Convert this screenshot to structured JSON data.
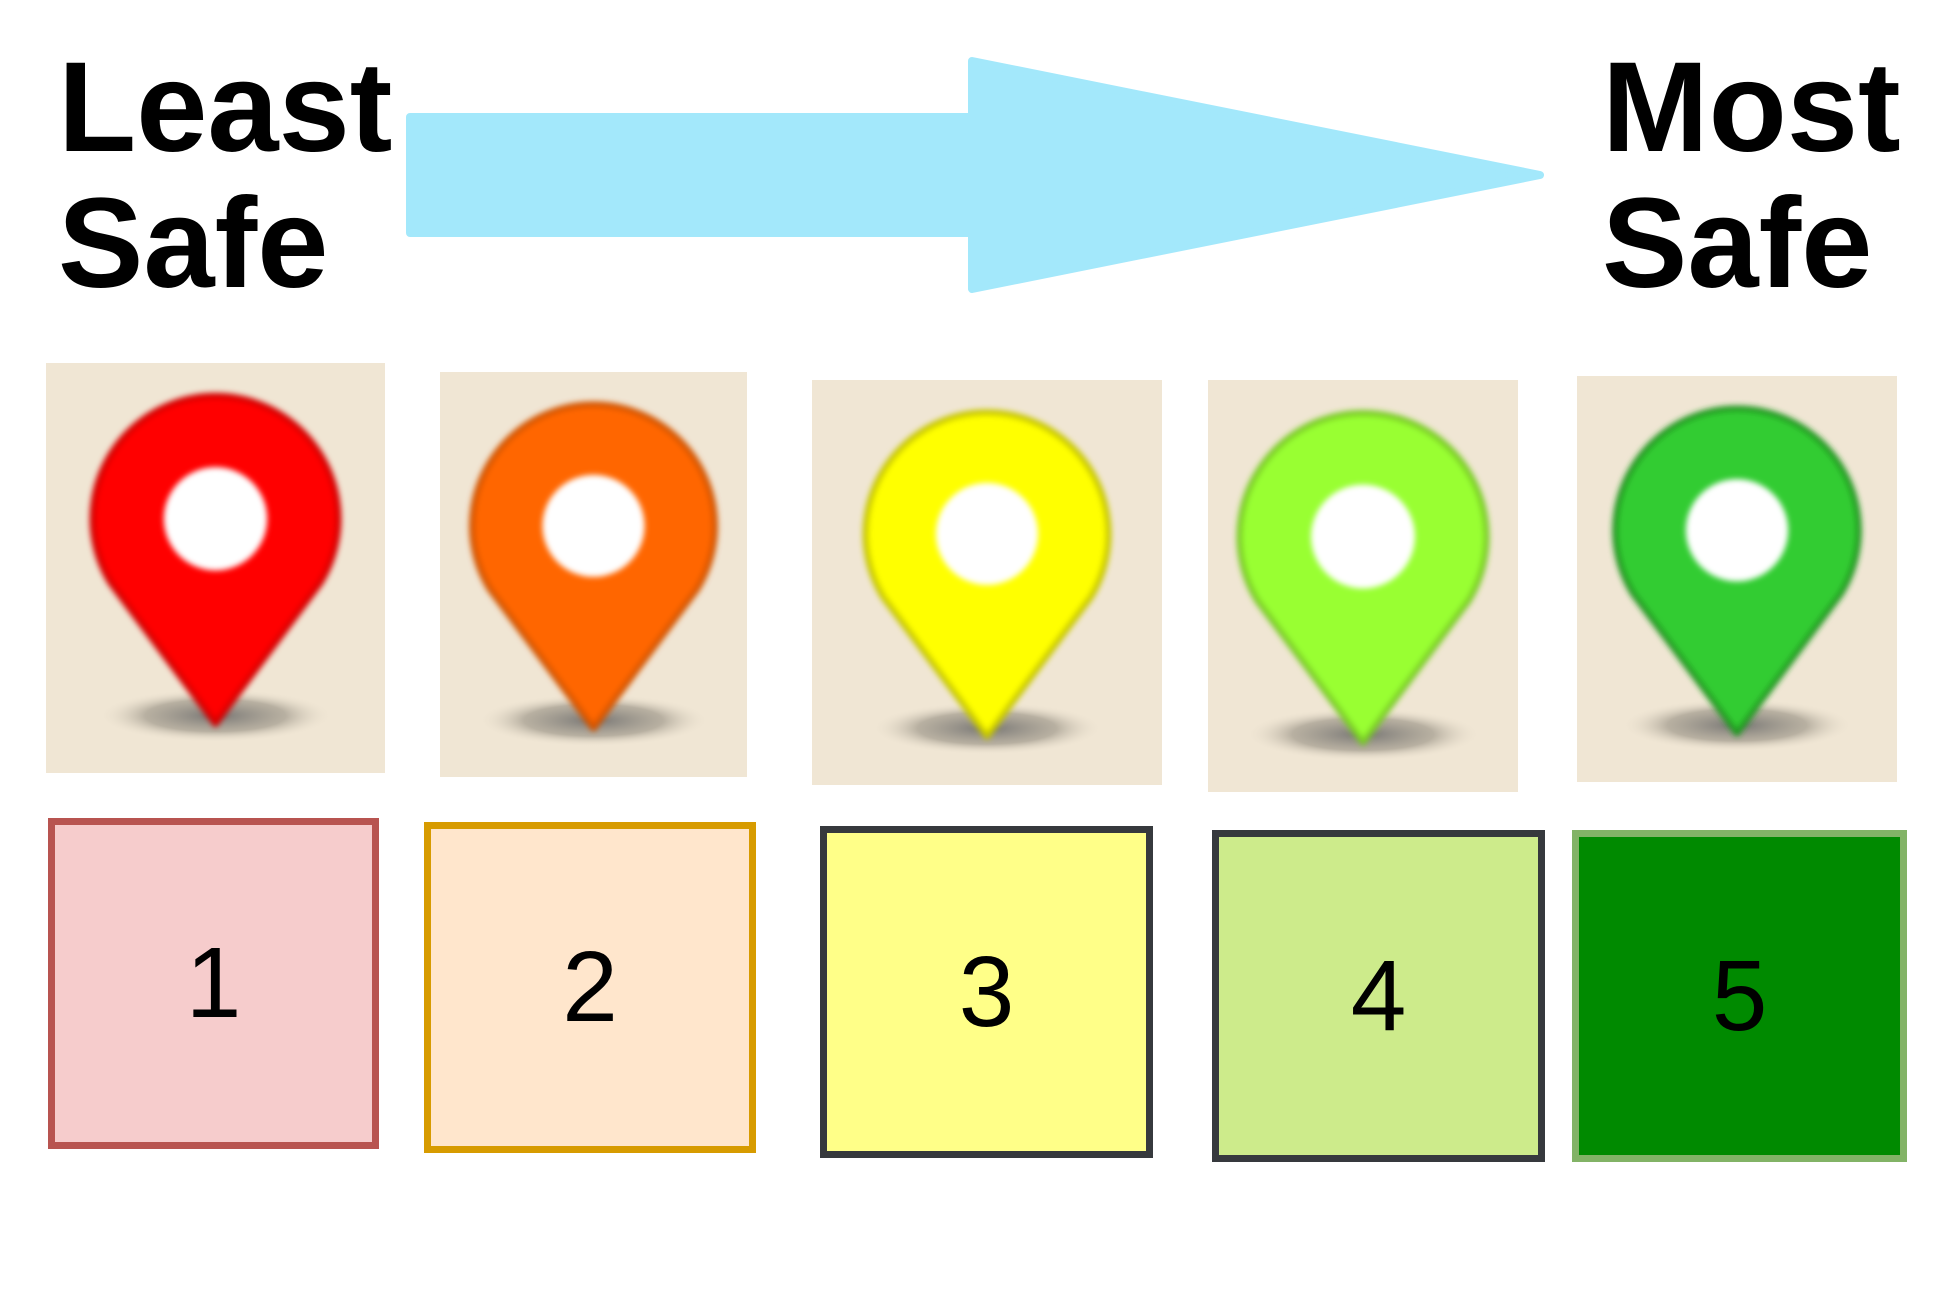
{
  "scale": {
    "start_label": [
      "Least",
      "Safe"
    ],
    "end_label": [
      "Most",
      "Safe"
    ],
    "arrow_color": "#a3e8fb"
  },
  "levels": [
    {
      "value": "1",
      "pin_color": "#ff0000",
      "pin_edge": "#d40000",
      "box_fill": "#f6cccc",
      "box_border": "#b85450"
    },
    {
      "value": "2",
      "pin_color": "#ff6600",
      "pin_edge": "#d45500",
      "box_fill": "#ffe6cc",
      "box_border": "#d79b00"
    },
    {
      "value": "3",
      "pin_color": "#ffff00",
      "pin_edge": "#c8c800",
      "box_fill": "#ffff88",
      "box_border": "#36393d"
    },
    {
      "value": "4",
      "pin_color": "#99ff33",
      "pin_edge": "#7acc28",
      "box_fill": "#cdeb8b",
      "box_border": "#36393d"
    },
    {
      "value": "5",
      "pin_color": "#33cc33",
      "pin_edge": "#229922",
      "box_fill": "#008a00",
      "box_border": "#82b366"
    }
  ]
}
